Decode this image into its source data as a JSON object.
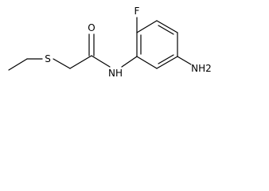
{
  "molecule": {
    "atoms": {
      "sulfur": "S",
      "oxygen": "O",
      "fluorine": "F",
      "amide_nh": "NH",
      "amine": "NH2"
    }
  }
}
